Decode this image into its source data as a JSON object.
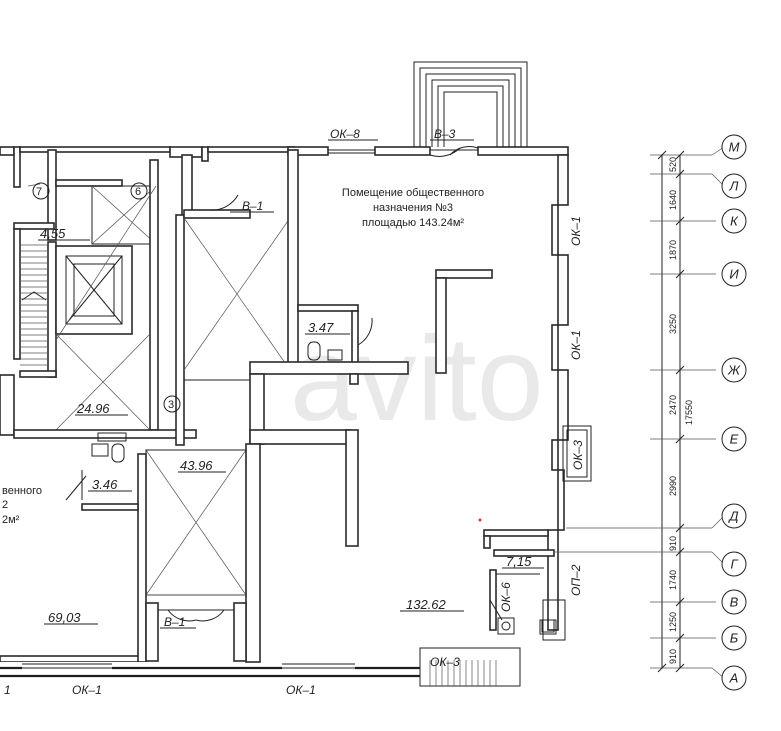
{
  "rooms": {
    "r455": "4,55",
    "r2496": "24.96",
    "r347": "3.47",
    "r4396": "43.96",
    "r346": "3.46",
    "r6903": "69,03",
    "r13262": "132.62",
    "r715": "7,15"
  },
  "premise": {
    "line1": "Помещение общественного",
    "line2": "назначения №3",
    "line3": "площадью 143.24м²"
  },
  "left_premise": {
    "line1": "венного",
    "line2": "2",
    "line3": "2м²"
  },
  "markers": {
    "ok8": "ОК–8",
    "b3": "В–3",
    "b1_top": "В–1",
    "b1_bottom": "В–1",
    "ok1_r1": "ОК–1",
    "ok1_r2": "ОК–1",
    "ok3_right": "ОК–3",
    "ok6": "ОК–6",
    "op2": "ОП–2",
    "ok3_bottom": "ОК–3",
    "ok1_b1": "ОК–1",
    "ok1_b2": "ОК–1",
    "edge1": "1"
  },
  "circles": {
    "c7": "7",
    "c6": "6",
    "c3": "3"
  },
  "grid_axes": [
    {
      "letter": "М"
    },
    {
      "letter": "Л"
    },
    {
      "letter": "К"
    },
    {
      "letter": "И"
    },
    {
      "letter": "Ж"
    },
    {
      "letter": "Е"
    },
    {
      "letter": "Д"
    },
    {
      "letter": "Г"
    },
    {
      "letter": "В"
    },
    {
      "letter": "Б"
    },
    {
      "letter": "А"
    }
  ],
  "dimensions": {
    "d520": "520",
    "d1640": "1640",
    "d1870": "1870",
    "d3250": "3250",
    "d2470": "2470",
    "d2990": "2990",
    "d910a": "910",
    "d1740": "1740",
    "d1250": "1250",
    "d910b": "910",
    "total": "17550"
  },
  "watermark": "avito"
}
